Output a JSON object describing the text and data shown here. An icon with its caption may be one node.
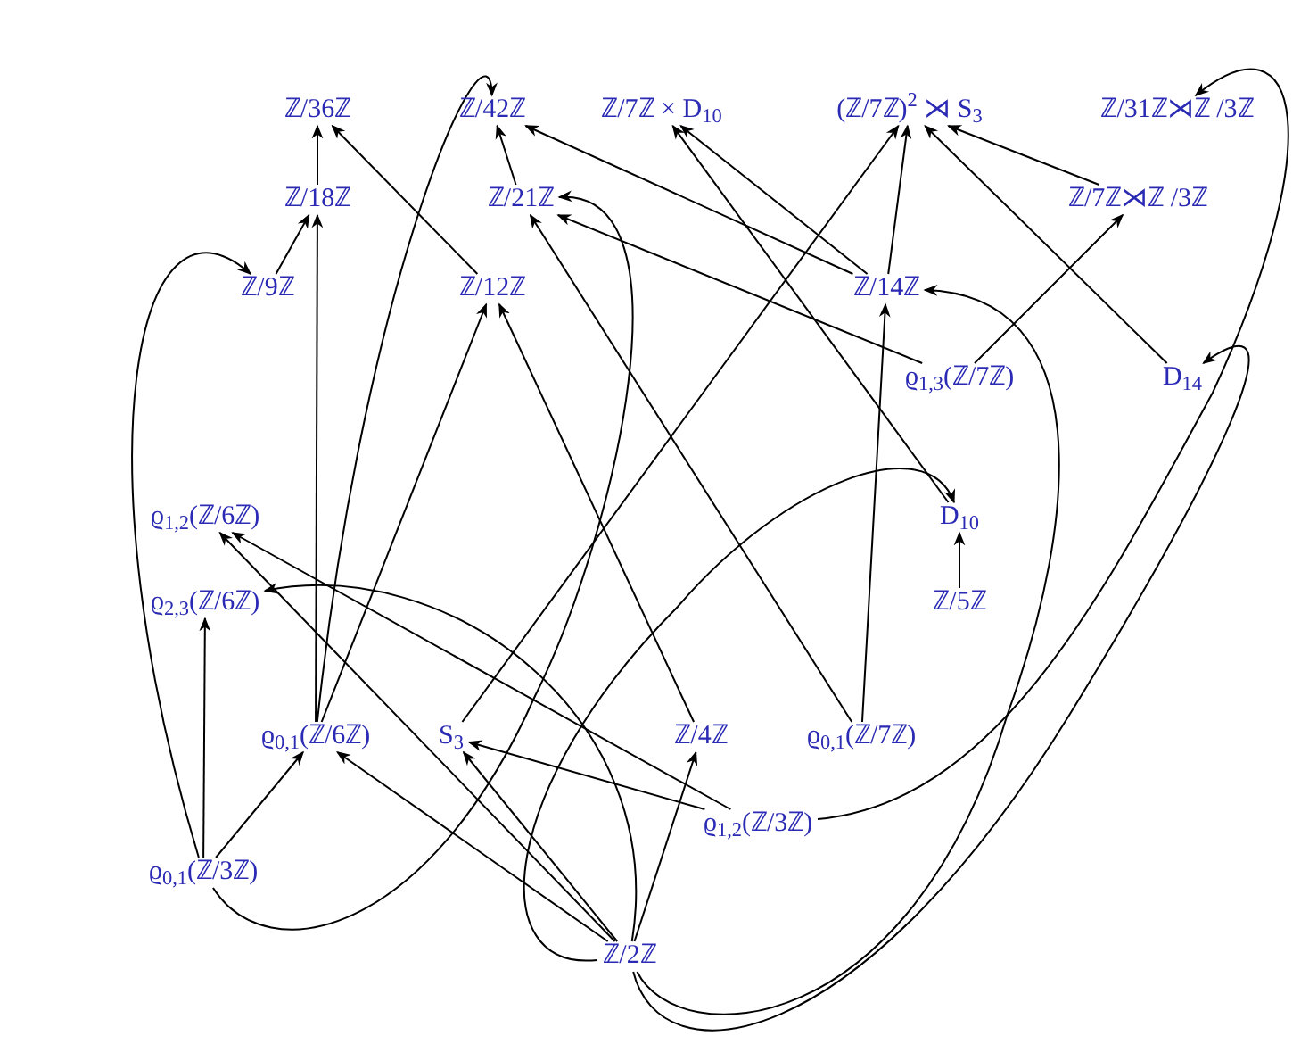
{
  "diagram": {
    "nodes": [
      {
        "text": [
          "ℤ/36ℤ"
        ]
      },
      {
        "text": [
          "ℤ/42ℤ"
        ]
      },
      {
        "text": [
          "ℤ/7ℤ × D$_{10}$"
        ]
      },
      {
        "text": [
          "(ℤ/7ℤ)$^{2}$ ⋊ S$_{3}$"
        ]
      },
      {
        "text": [
          "ℤ/31ℤ⋊ℤ /3ℤ"
        ]
      },
      {
        "text": [
          "ℤ/18ℤ"
        ]
      },
      {
        "text": [
          "ℤ/21ℤ"
        ]
      },
      {
        "text": [
          "ℤ/7ℤ⋊ℤ /3ℤ"
        ]
      },
      {
        "text": [
          "ℤ/9ℤ"
        ]
      },
      {
        "text": [
          "ℤ/12ℤ"
        ]
      },
      {
        "text": [
          "ℤ/14ℤ"
        ]
      },
      {
        "text": [
          "ϱ$_{1,3}$(ℤ/7ℤ)"
        ]
      },
      {
        "text": [
          "D$_{14}$"
        ]
      },
      {
        "text": [
          "ϱ$_{1,2}$(ℤ/6ℤ)"
        ]
      },
      {
        "text": [
          "D$_{10}$"
        ]
      },
      {
        "text": [
          "ϱ$_{2,3}$(ℤ/6ℤ)"
        ]
      },
      {
        "text": [
          "ℤ/5ℤ"
        ]
      },
      {
        "text": [
          "ϱ$_{0,1}$(ℤ/6ℤ)"
        ]
      },
      {
        "text": [
          "S$_{3}$"
        ]
      },
      {
        "text": [
          "ℤ/4ℤ"
        ]
      },
      {
        "text": [
          "ϱ$_{0,1}$(ℤ/7ℤ)"
        ]
      },
      {
        "text": [
          "ϱ$_{1,2}$(ℤ/3ℤ)"
        ]
      },
      {
        "text": [
          "ϱ$_{0,1}$(ℤ/3ℤ)"
        ]
      },
      {
        "text": [
          "ℤ/2ℤ"
        ]
      }
    ],
    "edges": [
      {
        "from": 5,
        "to": 0,
        "arrow": "to"
      },
      {
        "from": 8,
        "to": 5,
        "arrow": "to"
      },
      {
        "from": 9,
        "to": 0,
        "arrow": "to"
      },
      {
        "from": 6,
        "to": 1,
        "arrow": "to"
      },
      {
        "from": 10,
        "to": 1,
        "arrow": "to"
      },
      {
        "from": 10,
        "to": 2,
        "arrow": "to"
      },
      {
        "from": 10,
        "to": 3,
        "arrow": "to"
      },
      {
        "from": 11,
        "to": 6,
        "arrow": "to"
      },
      {
        "from": 11,
        "to": 7,
        "arrow": "to"
      },
      {
        "from": 7,
        "to": 3,
        "arrow": "to"
      },
      {
        "from": 12,
        "to": 3,
        "arrow": "to"
      },
      {
        "from": 14,
        "to": 2,
        "arrow": "to"
      },
      {
        "from": 16,
        "to": 14,
        "arrow": "to"
      },
      {
        "from": 17,
        "to": 5,
        "arrow": "to"
      },
      {
        "from": 17,
        "to": 9,
        "arrow": "to"
      },
      {
        "from": 17,
        "to": 1,
        "arrow": "to"
      },
      {
        "from": 22,
        "to": 15,
        "arrow": "to"
      },
      {
        "from": 22,
        "to": 17,
        "arrow": "to"
      },
      {
        "from": 22,
        "to": 8,
        "arrow": "to"
      },
      {
        "from": 22,
        "to": 6,
        "arrow": "to"
      },
      {
        "from": 23,
        "to": 17,
        "arrow": "to"
      },
      {
        "from": 23,
        "to": 18,
        "arrow": "to"
      },
      {
        "from": 23,
        "to": 13,
        "arrow": "to"
      },
      {
        "from": 23,
        "to": 19,
        "arrow": "to"
      },
      {
        "from": 23,
        "to": 14,
        "arrow": "to"
      },
      {
        "from": 23,
        "to": 15,
        "arrow": "to"
      },
      {
        "from": 23,
        "to": 10,
        "arrow": "to"
      },
      {
        "from": 23,
        "to": 12,
        "arrow": "to"
      },
      {
        "from": 21,
        "to": 18,
        "arrow": "to"
      },
      {
        "from": 21,
        "to": 13,
        "arrow": "to"
      },
      {
        "from": 21,
        "to": 4,
        "arrow": "to"
      },
      {
        "from": 18,
        "to": 3,
        "arrow": "to"
      },
      {
        "from": 19,
        "to": 9,
        "arrow": "to"
      },
      {
        "from": 20,
        "to": 6,
        "arrow": "to"
      },
      {
        "from": 20,
        "to": 10,
        "arrow": "to"
      }
    ]
  }
}
